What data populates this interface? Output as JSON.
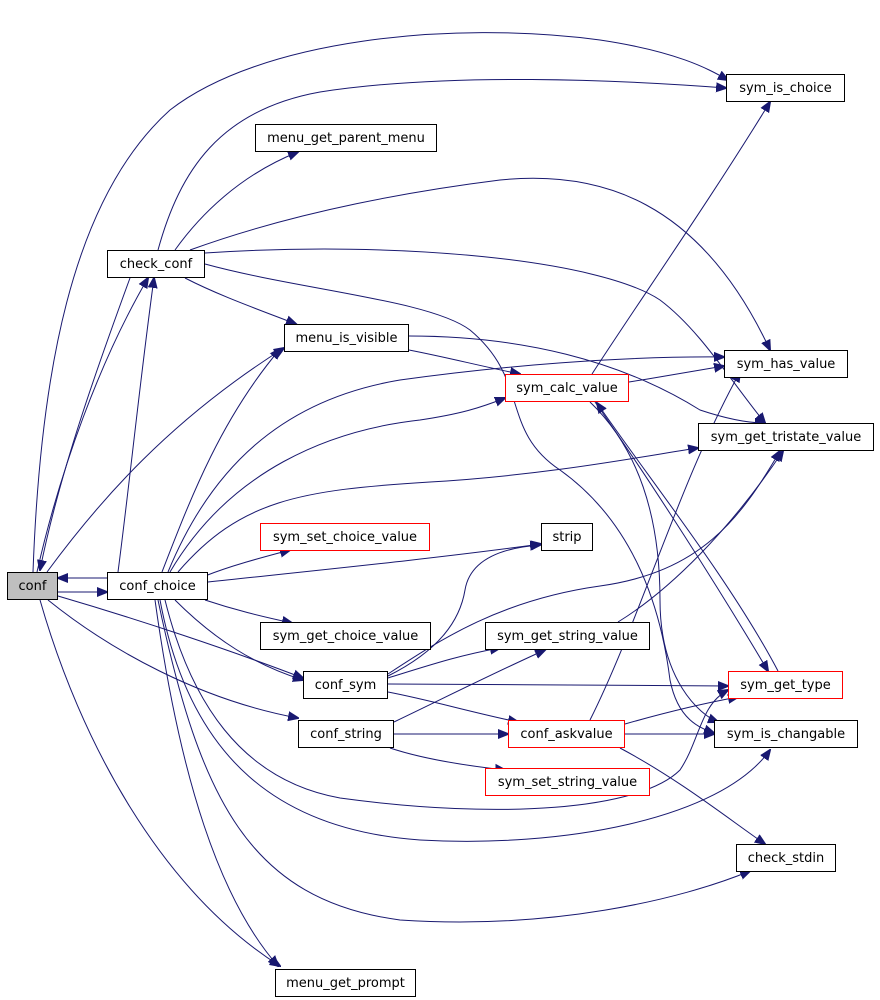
{
  "colors": {
    "edge": "#191970",
    "node_border": "#000000",
    "highlight_border": "#ff0000",
    "root_fill": "#bfbfbf"
  },
  "nodes": {
    "conf": "conf",
    "check_conf": "check_conf",
    "conf_choice": "conf_choice",
    "menu_get_parent_menu": "menu_get_parent_menu",
    "menu_is_visible": "menu_is_visible",
    "sym_is_choice": "sym_is_choice",
    "sym_has_value": "sym_has_value",
    "sym_calc_value": "sym_calc_value",
    "sym_get_tristate_value": "sym_get_tristate_value",
    "sym_set_choice_value": "sym_set_choice_value",
    "strip": "strip",
    "sym_get_choice_value": "sym_get_choice_value",
    "sym_get_string_value": "sym_get_string_value",
    "conf_sym": "conf_sym",
    "sym_get_type": "sym_get_type",
    "conf_string": "conf_string",
    "conf_askvalue": "conf_askvalue",
    "sym_is_changable": "sym_is_changable",
    "sym_set_string_value": "sym_set_string_value",
    "check_stdin": "check_stdin",
    "menu_get_prompt": "menu_get_prompt"
  },
  "highlighted_nodes": [
    "sym_calc_value",
    "sym_set_choice_value",
    "sym_get_type",
    "conf_askvalue",
    "sym_set_string_value"
  ],
  "edges": [
    [
      "conf",
      "sym_is_choice"
    ],
    [
      "conf",
      "check_conf"
    ],
    [
      "conf",
      "menu_is_visible"
    ],
    [
      "conf",
      "conf_choice"
    ],
    [
      "conf",
      "conf_sym"
    ],
    [
      "conf",
      "conf_string"
    ],
    [
      "conf",
      "menu_get_prompt"
    ],
    [
      "check_conf",
      "conf"
    ],
    [
      "check_conf",
      "sym_is_choice"
    ],
    [
      "check_conf",
      "menu_get_parent_menu"
    ],
    [
      "check_conf",
      "sym_has_value"
    ],
    [
      "check_conf",
      "sym_get_tristate_value"
    ],
    [
      "check_conf",
      "menu_is_visible"
    ],
    [
      "check_conf",
      "sym_is_changable"
    ],
    [
      "conf_choice",
      "conf"
    ],
    [
      "conf_choice",
      "check_conf"
    ],
    [
      "conf_choice",
      "menu_is_visible"
    ],
    [
      "conf_choice",
      "sym_has_value"
    ],
    [
      "conf_choice",
      "sym_calc_value"
    ],
    [
      "conf_choice",
      "sym_get_tristate_value"
    ],
    [
      "conf_choice",
      "sym_set_choice_value"
    ],
    [
      "conf_choice",
      "strip"
    ],
    [
      "conf_choice",
      "sym_get_choice_value"
    ],
    [
      "conf_choice",
      "conf_sym"
    ],
    [
      "conf_choice",
      "sym_get_type"
    ],
    [
      "conf_choice",
      "sym_is_changable"
    ],
    [
      "conf_choice",
      "check_stdin"
    ],
    [
      "conf_choice",
      "menu_get_prompt"
    ],
    [
      "menu_is_visible",
      "sym_calc_value"
    ],
    [
      "menu_is_visible",
      "sym_get_tristate_value"
    ],
    [
      "sym_calc_value",
      "sym_is_choice"
    ],
    [
      "sym_calc_value",
      "sym_has_value"
    ],
    [
      "sym_calc_value",
      "sym_get_type"
    ],
    [
      "sym_calc_value",
      "sym_is_changable"
    ],
    [
      "sym_get_type",
      "sym_calc_value"
    ],
    [
      "conf_sym",
      "strip"
    ],
    [
      "conf_sym",
      "sym_get_string_value"
    ],
    [
      "conf_sym",
      "sym_get_type"
    ],
    [
      "conf_sym",
      "sym_get_tristate_value"
    ],
    [
      "conf_sym",
      "conf_askvalue"
    ],
    [
      "sym_get_string_value",
      "sym_get_tristate_value"
    ],
    [
      "conf_string",
      "sym_get_string_value"
    ],
    [
      "conf_string",
      "conf_askvalue"
    ],
    [
      "conf_string",
      "sym_set_string_value"
    ],
    [
      "conf_askvalue",
      "sym_has_value"
    ],
    [
      "conf_askvalue",
      "sym_get_type"
    ],
    [
      "conf_askvalue",
      "sym_is_changable"
    ],
    [
      "conf_askvalue",
      "check_stdin"
    ]
  ]
}
